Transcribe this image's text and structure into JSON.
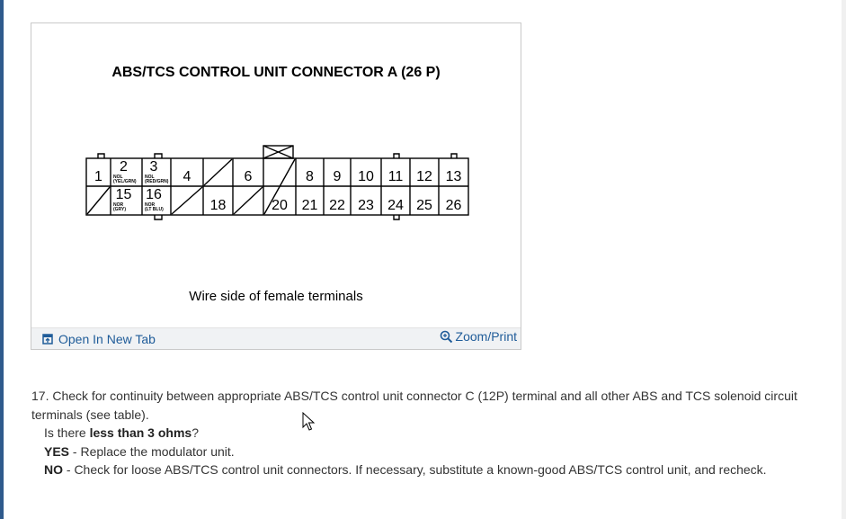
{
  "figure": {
    "title": "ABS/TCS CONTROL UNIT CONNECTOR A (26 P)",
    "caption": "Wire side of female terminals",
    "top_row": [
      {
        "num": "1",
        "label": ""
      },
      {
        "num": "2",
        "label": "NOL (YEL/GRN)"
      },
      {
        "num": "3",
        "label": "NOL (RED/GRN)"
      },
      {
        "num": "4",
        "label": ""
      },
      {
        "num": "",
        "label": ""
      },
      {
        "num": "6",
        "label": ""
      },
      {
        "num": "",
        "label": ""
      },
      {
        "num": "8",
        "label": ""
      },
      {
        "num": "9",
        "label": ""
      },
      {
        "num": "10",
        "label": ""
      },
      {
        "num": "11",
        "label": ""
      },
      {
        "num": "12",
        "label": ""
      },
      {
        "num": "13",
        "label": ""
      }
    ],
    "bottom_row": [
      {
        "num": "",
        "label": ""
      },
      {
        "num": "15",
        "label": "NOR (GRY)"
      },
      {
        "num": "16",
        "label": "NOR (LT BLU)"
      },
      {
        "num": "",
        "label": ""
      },
      {
        "num": "18",
        "label": ""
      },
      {
        "num": "",
        "label": ""
      },
      {
        "num": "20",
        "label": ""
      },
      {
        "num": "21",
        "label": ""
      },
      {
        "num": "22",
        "label": ""
      },
      {
        "num": "23",
        "label": ""
      },
      {
        "num": "24",
        "label": ""
      },
      {
        "num": "25",
        "label": ""
      },
      {
        "num": "26",
        "label": ""
      }
    ],
    "toolbar": {
      "open_label": "Open In New Tab",
      "zoom_label": "Zoom/Print"
    }
  },
  "step": {
    "text": "17. Check for continuity between appropriate ABS/TCS control unit connector C (12P) terminal and all other ABS and TCS solenoid circuit terminals (see table).",
    "question_prefix": "Is there ",
    "question_bold": "less than 3 ohms",
    "question_suffix": "?",
    "yes_label": "YES",
    "yes_text": " - Replace the modulator unit.",
    "no_label": "NO",
    "no_text": " - Check for loose ABS/TCS control unit connectors. If necessary, substitute a known-good ABS/TCS control unit, and recheck."
  },
  "colors": {
    "link": "#1f5c99",
    "left_edge": "#2f5a8c",
    "text": "#333333"
  }
}
